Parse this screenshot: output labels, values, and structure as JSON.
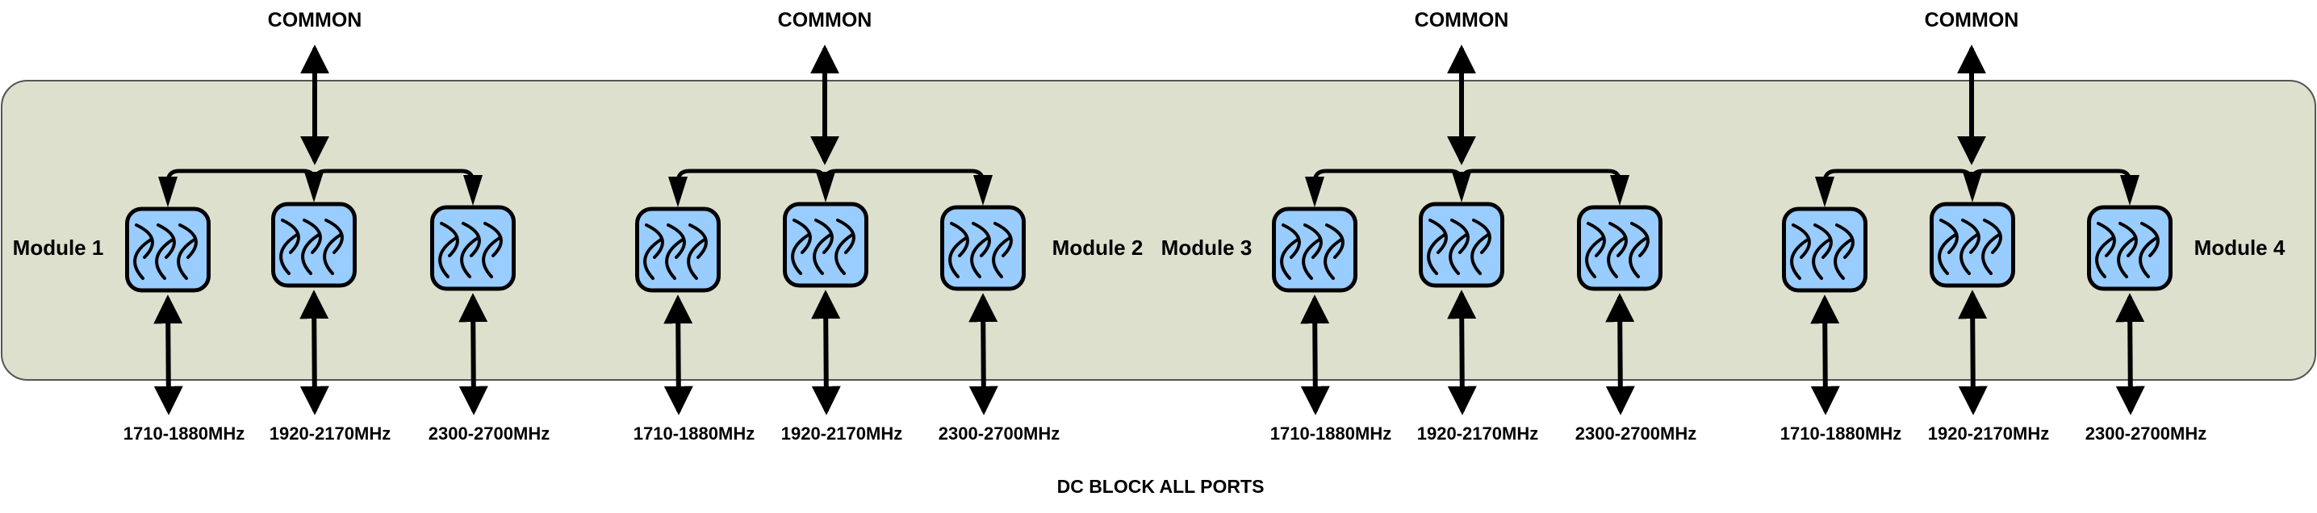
{
  "diagram": {
    "title": "",
    "footer_note": "DC BLOCK ALL PORTS",
    "colors": {
      "panel_fill": "#DDE0CC",
      "panel_stroke": "#555555",
      "filter_fill": "#99CCFF",
      "line": "#000000"
    },
    "modules": [
      {
        "name": "Module 1",
        "common_label": "COMMON",
        "filters": [
          {
            "band": "1710-1880MHz",
            "icon": "bandpass-filter-icon"
          },
          {
            "band": "1920-2170MHz",
            "icon": "bandpass-filter-icon"
          },
          {
            "band": "2300-2700MHz",
            "icon": "bandpass-filter-icon"
          }
        ]
      },
      {
        "name": "Module 2",
        "common_label": "COMMON",
        "filters": [
          {
            "band": "1710-1880MHz",
            "icon": "bandpass-filter-icon"
          },
          {
            "band": "1920-2170MHz",
            "icon": "bandpass-filter-icon"
          },
          {
            "band": "2300-2700MHz",
            "icon": "bandpass-filter-icon"
          }
        ]
      },
      {
        "name": "Module 3",
        "common_label": "COMMON",
        "filters": [
          {
            "band": "1710-1880MHz",
            "icon": "bandpass-filter-icon"
          },
          {
            "band": "1920-2170MHz",
            "icon": "bandpass-filter-icon"
          },
          {
            "band": "2300-2700MHz",
            "icon": "bandpass-filter-icon"
          }
        ]
      },
      {
        "name": "Module 4",
        "common_label": "COMMON",
        "filters": [
          {
            "band": "1710-1880MHz",
            "icon": "bandpass-filter-icon"
          },
          {
            "band": "1920-2170MHz",
            "icon": "bandpass-filter-icon"
          },
          {
            "band": "2300-2700MHz",
            "icon": "bandpass-filter-icon"
          }
        ]
      }
    ]
  }
}
